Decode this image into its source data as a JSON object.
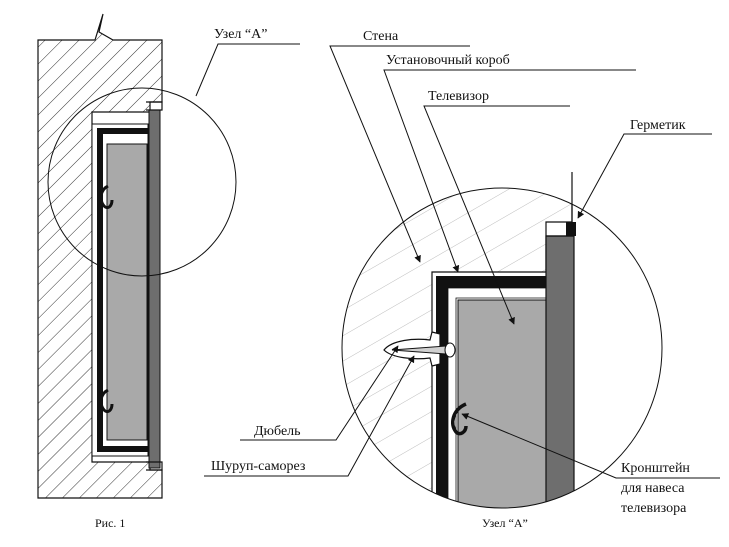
{
  "labels": {
    "node_a_ref": "Узел “А”",
    "wall": "Стена",
    "mounting_box": "Установочный короб",
    "tv": "Телевизор",
    "sealant": "Герметик",
    "dowel": "Дюбель",
    "screw": "Шуруп-саморез",
    "bracket_line1": "Кронштейн",
    "bracket_line2": "для навеса",
    "bracket_line3": "телевизора"
  },
  "captions": {
    "fig1": "Рис. 1",
    "node_a": "Узел “А”"
  },
  "colors": {
    "line": "#111111",
    "tv_fill": "#a9a9a9",
    "panel_fill": "#6e6e6e",
    "hatch": "#333333",
    "hatch_light": "#bdbdbd"
  }
}
